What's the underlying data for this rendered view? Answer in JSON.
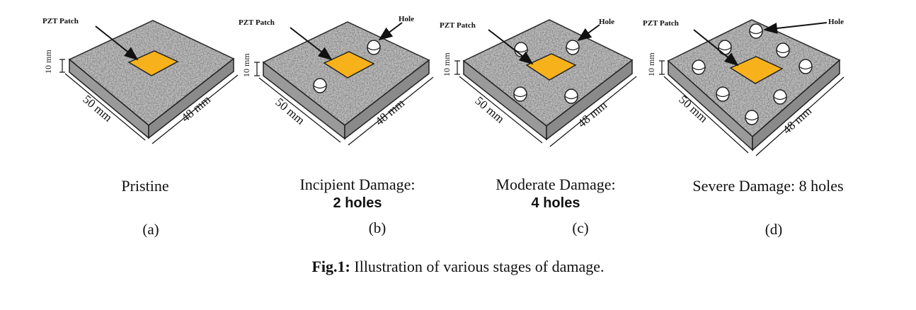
{
  "panels": [
    {
      "patch_label": "PZT Patch",
      "hole_label": "",
      "thickness": "10 mm",
      "length_left": "50 mm",
      "length_right": "48 mm",
      "caption_main": "Pristine",
      "caption_sub": "",
      "letter": "(a)"
    },
    {
      "patch_label": "PZT Patch",
      "hole_label": "Hole",
      "thickness": "10 mm",
      "length_left": "50 mm",
      "length_right": "48 mm",
      "caption_main": "Incipient Damage:",
      "caption_sub": "2 holes",
      "letter": "(b)"
    },
    {
      "patch_label": "PZT Patch",
      "hole_label": "Hole",
      "thickness": "10 mm",
      "length_left": "50 mm",
      "length_right": "48 mm",
      "caption_main": "Moderate Damage:",
      "caption_sub": "4 holes",
      "letter": "(c)"
    },
    {
      "patch_label": "PZT Patch",
      "hole_label": "Hole",
      "thickness": "10 mm",
      "length_left": "50 mm",
      "length_right": "48 mm",
      "caption_main": "Severe Damage: 8 holes",
      "caption_sub": "",
      "letter": "(d)"
    }
  ],
  "figure_caption": {
    "prefix": "Fig.1:",
    "text": " Illustration of various stages of damage."
  },
  "colors": {
    "patch": "#f7b21b",
    "slab_top": "#b9b9b9",
    "slab_side": "#8f8f8f"
  }
}
